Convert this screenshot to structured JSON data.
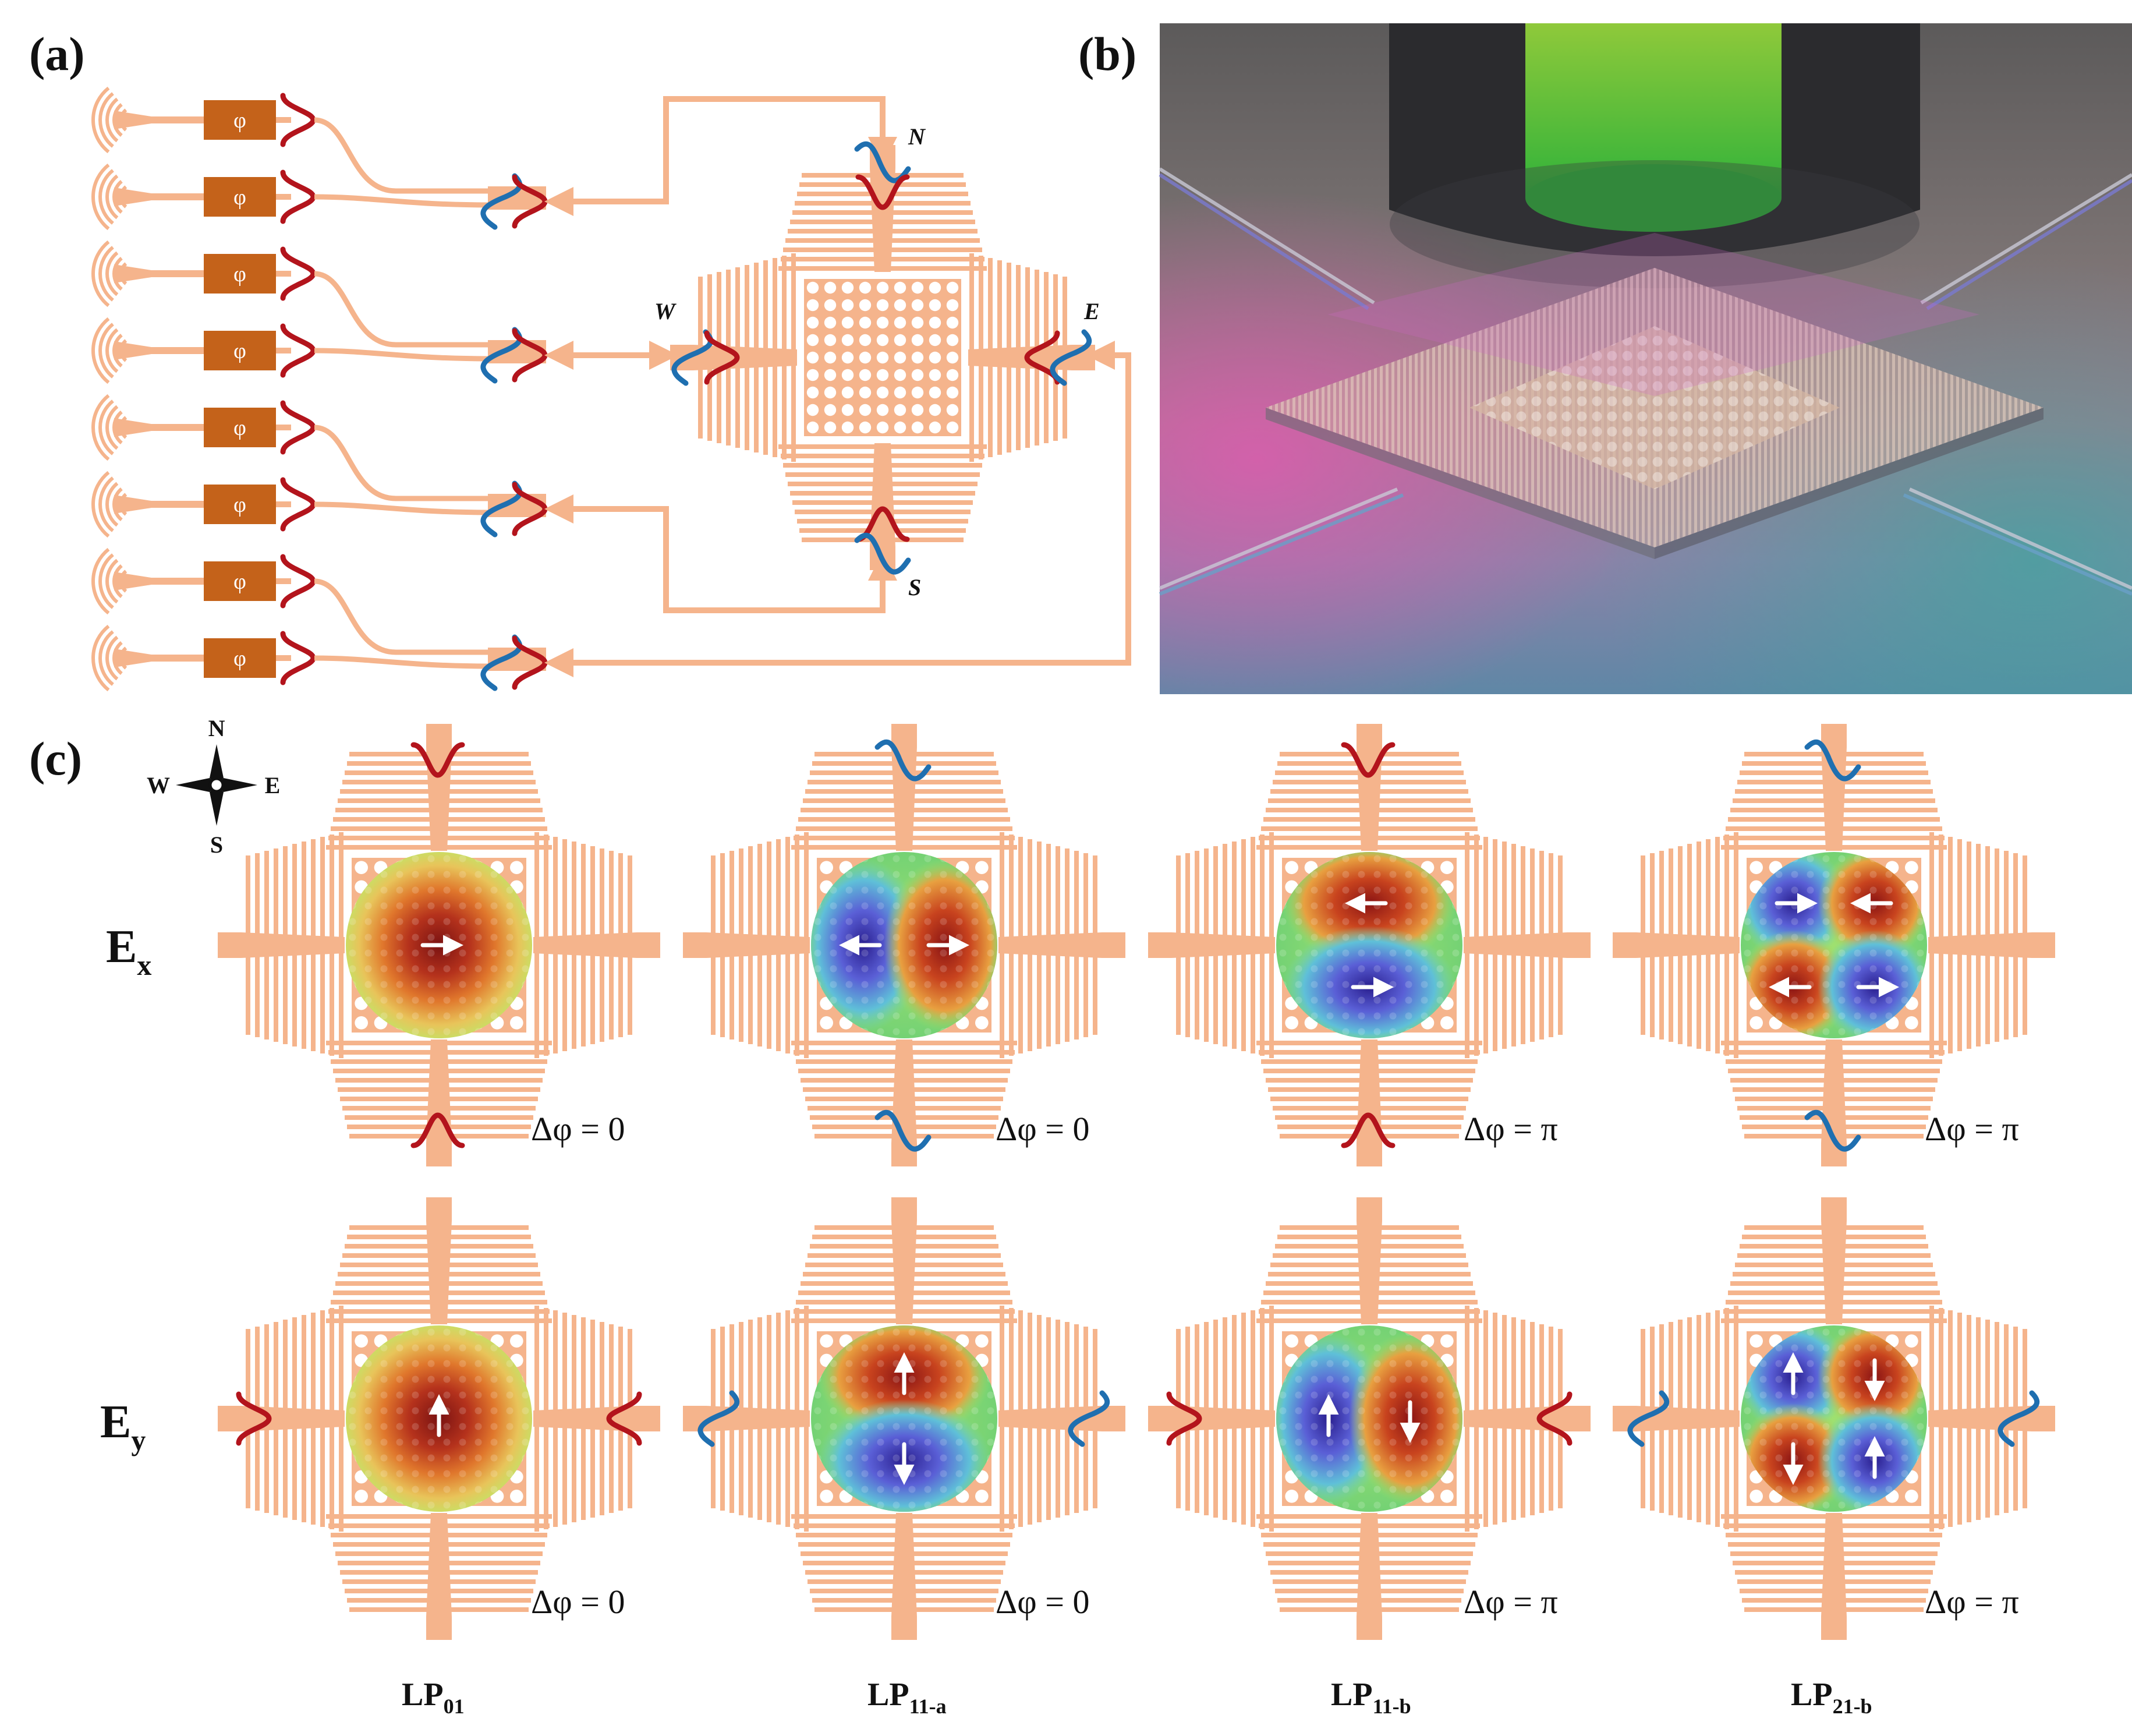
{
  "colors": {
    "waveguide": "#f5b48c",
    "phase_shifter": "#c4621a",
    "even_wave": "#b3141c",
    "odd_wave": "#1f6fb0",
    "field_red": "#a8231a",
    "field_blue": "#3b3fb5",
    "field_green": "#7cd26a"
  },
  "panels": {
    "a": "(a)",
    "b": "(b)",
    "c": "(c)"
  },
  "panel_a": {
    "phase_shifter_label": "φ",
    "port_n": "N",
    "port_s": "S",
    "port_e": "E",
    "port_w": "W"
  },
  "compass": {
    "n": "N",
    "s": "S",
    "e": "E",
    "w": "W"
  },
  "rows": [
    {
      "letter": "E",
      "sub": "x"
    },
    {
      "letter": "E",
      "sub": "y"
    }
  ],
  "modes": [
    {
      "base": "LP",
      "sub": "01",
      "dphi_x": "Δφ = 0",
      "dphi_y": "Δφ = 0"
    },
    {
      "base": "LP",
      "sub": "11-a",
      "dphi_x": "Δφ = 0",
      "dphi_y": "Δφ = 0"
    },
    {
      "base": "LP",
      "sub": "11-b",
      "dphi_x": "Δφ = π",
      "dphi_y": "Δφ = π"
    },
    {
      "base": "LP",
      "sub": "21-b",
      "dphi_x": "Δφ = π",
      "dphi_y": "Δφ = π"
    }
  ]
}
